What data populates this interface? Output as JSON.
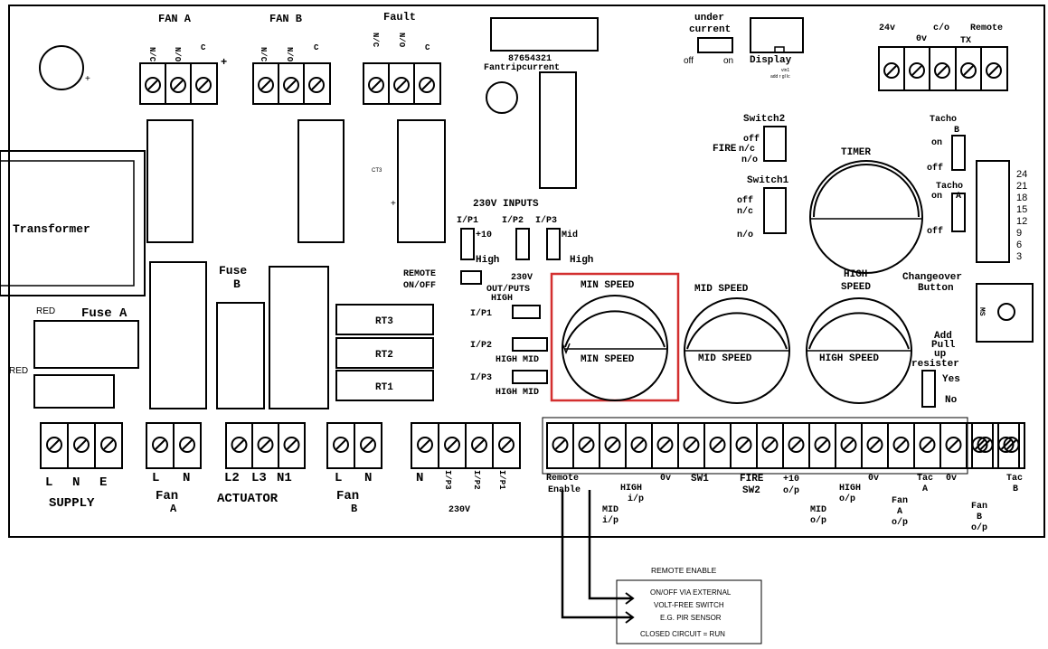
{
  "board": {
    "transformer": "Transformer",
    "fan_a_header": "FAN A",
    "fan_b_header": "FAN B",
    "fault_header": "Fault",
    "nc": "N/C",
    "no": "N/O",
    "c": "C",
    "plus": "+",
    "ct3": "CT3",
    "fuse_a": "Fuse A",
    "fuse_b_line1": "Fuse",
    "fuse_b_line2": "B",
    "red": "RED",
    "rt3": "RT3",
    "rt2": "RT2",
    "rt1": "RT1",
    "dip_numbers": "87654321",
    "dip_caption": "Fantripcurrent",
    "under_current_line1": "under",
    "under_current_line2": "current",
    "off": "off",
    "on": "on",
    "display": "Display",
    "display_pins": "add r gl lc",
    "display_pins_top": "vin1",
    "top_right_terminals": [
      "24v",
      "0v",
      "c/o",
      "Remote",
      "TX"
    ],
    "inputs_230v": "230V INPUTS",
    "ip1": "I/P1",
    "ip2": "I/P2",
    "ip3": "I/P3",
    "plus10": "+10",
    "mid": "Mid",
    "high": "High",
    "remote_onoff_1": "REMOTE",
    "remote_onoff_2": "ON/OFF",
    "outputs_230v_1": "230V",
    "outputs_230v_2": "OUT/PUTS",
    "out_high": "HIGH",
    "out_high_mid_1": "HIGH MID",
    "out_high_mid_2": "HIGH MID",
    "switch2": "Switch2",
    "switch1": "Switch1",
    "fire": "FIRE",
    "nc_lower": "n/c",
    "no_lower": "n/o",
    "timer": "TIMER",
    "tacho_b_1": "Tacho",
    "tacho_b_2": "B",
    "tacho_a_1": "Tacho",
    "tacho_a_2": "A",
    "timer_scale": [
      "24",
      "21",
      "18",
      "15",
      "12",
      "9",
      "6",
      "3"
    ],
    "changeover_1": "Changeover",
    "changeover_2": "Button",
    "ms": "MS",
    "min_speed": "MIN SPEED",
    "mid_speed": "MID SPEED",
    "high_speed_top_1": "HIGH",
    "high_speed_top_2": "SPEED",
    "high_speed": "HIGH SPEED",
    "pullup_1": "Add",
    "pullup_2": "Pull",
    "pullup_3": "up",
    "pullup_4": "resister",
    "yes": "Yes",
    "no_word": "No"
  },
  "bottom_labels": {
    "l": "L",
    "n": "N",
    "e": "E",
    "supply": "SUPPLY",
    "fan_1": "Fan",
    "a": "A",
    "b": "B",
    "l2": "L2",
    "l3": "L3",
    "n1": "N1",
    "actuator": "ACTUATOR",
    "ip3_v": "I/P3",
    "ip2_v": "I/P2",
    "ip1_v": "I/P1",
    "v230": "230V",
    "remote": "Remote",
    "enable": "Enable",
    "mid_ip_1": "MID",
    "mid_ip_2": "i/p",
    "high_ip_1": "HIGH",
    "high_ip_2": "i/p",
    "zero_v": "0v",
    "sw1": "SW1",
    "fire": "FIRE",
    "sw2": "SW2",
    "plus10": "+10",
    "op": "o/p",
    "mid_op": "MID",
    "high_op": "HIGH",
    "fan_a_op": "Fan",
    "tac": "Tac",
    "tac_b": "Tac"
  },
  "callout": {
    "title": "REMOTE ENABLE",
    "line1": "ON/OFF VIA EXTERNAL",
    "line2": "VOLT-FREE SWITCH",
    "line3": "E.G. PIR SENSOR",
    "line4": "CLOSED CIRCUIT = RUN"
  },
  "highlight_color": "#d32f2f"
}
